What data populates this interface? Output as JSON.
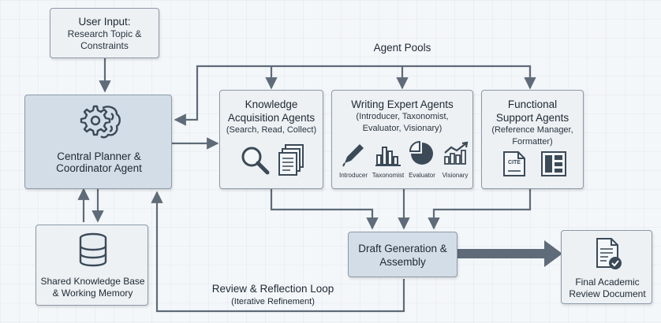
{
  "nodes": {
    "user_input": {
      "lines": [
        "User Input:",
        "Research Topic &",
        "Constraints"
      ]
    },
    "central_planner": {
      "lines": [
        "Central Planner &",
        "Coordinator Agent"
      ]
    },
    "shared_kb": {
      "lines": [
        "Shared Knowledge Base",
        "& Working Memory"
      ]
    },
    "knowledge_agents": {
      "title": [
        "Knowledge",
        "Acquisition Agents"
      ],
      "sub": "(Search, Read, Collect)"
    },
    "writing_agents": {
      "title": "Writing Expert Agents",
      "sub": [
        "(Introducer, Taxonomist,",
        "Evaluator, Visionary)"
      ],
      "roles": [
        "Introducer",
        "Taxonomist",
        "Evaluator",
        "Visionary"
      ]
    },
    "support_agents": {
      "title": [
        "Functional",
        "Support Agents"
      ],
      "sub": [
        "(Reference Manager,",
        "Formatter)"
      ],
      "cite_label": "CITE"
    },
    "draft_generation": {
      "lines": [
        "Draft Generation &",
        "Assembly"
      ]
    },
    "final_document": {
      "lines": [
        "Final Academic",
        "Review Document"
      ]
    }
  },
  "labels": {
    "agent_pools": "Agent Pools",
    "review_loop": "Review & Reflection Loop",
    "review_loop_sub": "(Iterative Refinement)"
  },
  "icons": [
    "brain-gear-icon",
    "database-icon",
    "magnifier-icon",
    "documents-icon",
    "pen-icon",
    "bar-chart-icon",
    "pie-chart-icon",
    "trend-chart-icon",
    "citation-icon",
    "layout-icon",
    "document-check-icon"
  ],
  "colors": {
    "box": "#edf1f4",
    "box_dark": "#d3dde7",
    "border": "#8d99a6",
    "arrow": "#5f6b78",
    "icon": "#3c4a58"
  }
}
